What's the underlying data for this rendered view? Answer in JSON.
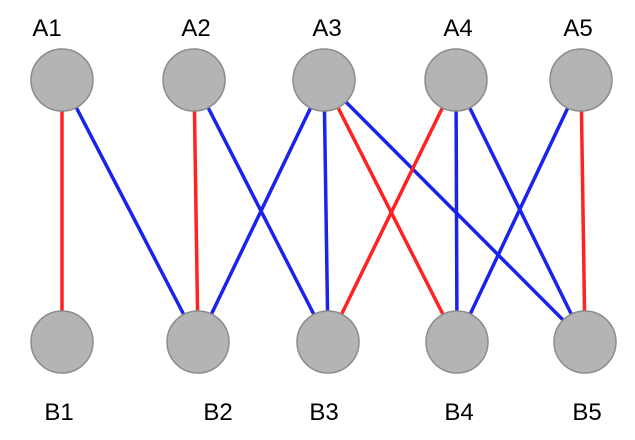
{
  "colors": {
    "node_fill": "#b4b4b4",
    "node_stroke": "#8c8c8c",
    "edge_red": "#ff2222",
    "edge_blue": "#1a22ee",
    "label": "#000000"
  },
  "top_nodes": [
    {
      "id": "A1",
      "label": "A1"
    },
    {
      "id": "A2",
      "label": "A2"
    },
    {
      "id": "A3",
      "label": "A3"
    },
    {
      "id": "A4",
      "label": "A4"
    },
    {
      "id": "A5",
      "label": "A5"
    }
  ],
  "bottom_nodes": [
    {
      "id": "B1",
      "label": "B1"
    },
    {
      "id": "B2",
      "label": "B2"
    },
    {
      "id": "B3",
      "label": "B3"
    },
    {
      "id": "B4",
      "label": "B4"
    },
    {
      "id": "B5",
      "label": "B5"
    }
  ],
  "edges": [
    {
      "from": "A1",
      "to": "B1",
      "color": "red"
    },
    {
      "from": "A1",
      "to": "B2",
      "color": "blue"
    },
    {
      "from": "A2",
      "to": "B2",
      "color": "red"
    },
    {
      "from": "A2",
      "to": "B3",
      "color": "blue"
    },
    {
      "from": "A3",
      "to": "B2",
      "color": "blue"
    },
    {
      "from": "A3",
      "to": "B3",
      "color": "blue"
    },
    {
      "from": "A3",
      "to": "B4",
      "color": "red"
    },
    {
      "from": "A3",
      "to": "B5",
      "color": "blue"
    },
    {
      "from": "A4",
      "to": "B3",
      "color": "red"
    },
    {
      "from": "A4",
      "to": "B4",
      "color": "blue"
    },
    {
      "from": "A4",
      "to": "B5",
      "color": "blue"
    },
    {
      "from": "A5",
      "to": "B4",
      "color": "blue"
    },
    {
      "from": "A5",
      "to": "B5",
      "color": "red"
    }
  ]
}
